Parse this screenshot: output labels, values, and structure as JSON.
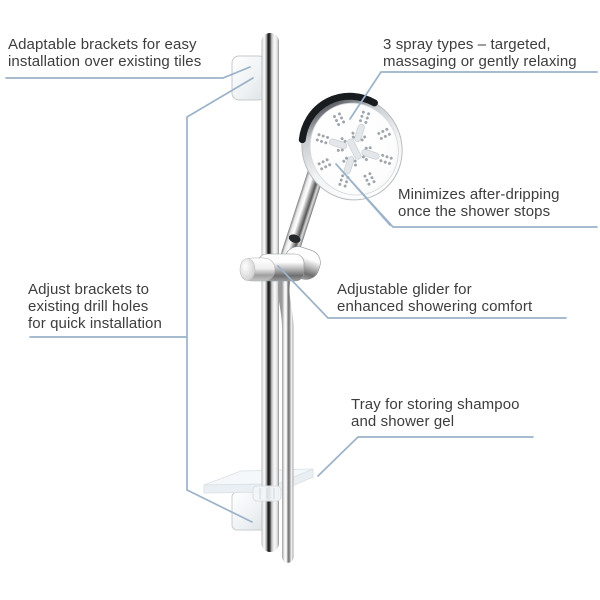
{
  "colors": {
    "background": "#ffffff",
    "annotation_text": "#3d3d3d",
    "leader_line": "#9cb2c9",
    "chrome_dark": "#1c1c1c",
    "chrome_light": "#f5f6f7"
  },
  "annotations": {
    "adaptable_brackets": {
      "line1": "Adaptable brackets for easy",
      "line2": "installation over existing tiles"
    },
    "spray_types": {
      "line1": "3 spray types – targeted,",
      "line2": "massaging or gently relaxing"
    },
    "anti_drip": {
      "line1": "Minimizes after-dripping",
      "line2": "once the shower stops"
    },
    "adjust_brackets": {
      "line1": "Adjust brackets to",
      "line2": "existing drill holes",
      "line3": "for quick installation"
    },
    "glider": {
      "line1": "Adjustable glider for",
      "line2": "enhanced showering comfort"
    },
    "tray": {
      "line1": "Tray for storing shampoo",
      "line2": "and shower gel"
    }
  },
  "components": [
    "shower rail",
    "top wall bracket",
    "bottom wall bracket",
    "hand shower",
    "glider",
    "shower hose",
    "storage tray"
  ]
}
